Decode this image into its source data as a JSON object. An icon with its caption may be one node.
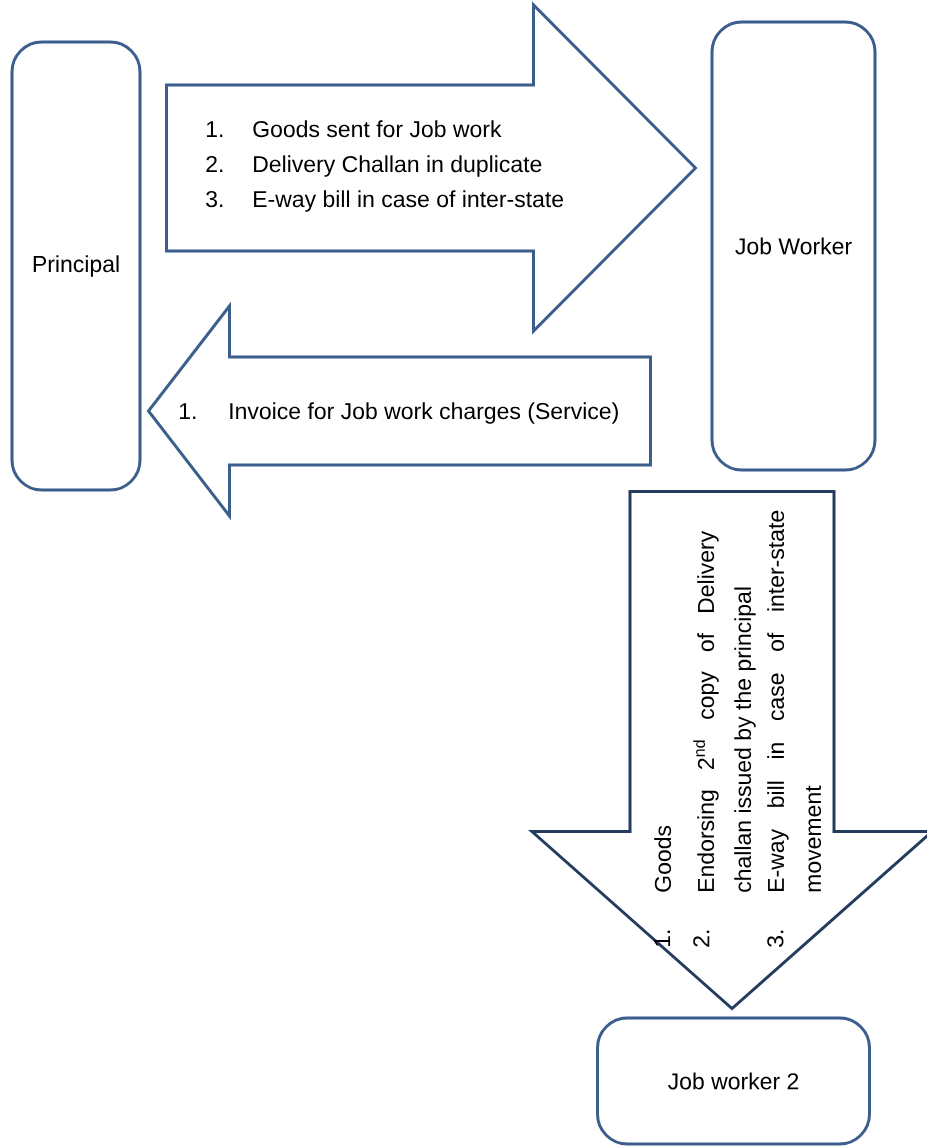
{
  "diagram": {
    "nodes": [
      {
        "text": [
          "Principal"
        ]
      },
      {
        "text": [
          "Job Worker"
        ]
      },
      {
        "text": [
          "Job worker 2"
        ]
      }
    ],
    "edges": [
      {
        "from": 0,
        "to": 1,
        "arrow": "to"
      },
      {
        "from": 1,
        "to": 0,
        "arrow": "to"
      },
      {
        "from": 1,
        "to": 2,
        "arrow": "to",
        "color": "#243d5e"
      }
    ],
    "labels": [
      "1.",
      "Goods sent for Job work",
      "2.",
      "Delivery Challan in duplicate",
      "3.",
      "E-way bill in case of inter-state",
      "1.",
      "Invoice for Job work charges (Service)",
      "1.",
      "Goods",
      "2.",
      "Endorsing 2$^{nd}$ copy of Delivery challan issued by the principal",
      "3.",
      "E-way bill in case of inter-state movement"
    ]
  }
}
